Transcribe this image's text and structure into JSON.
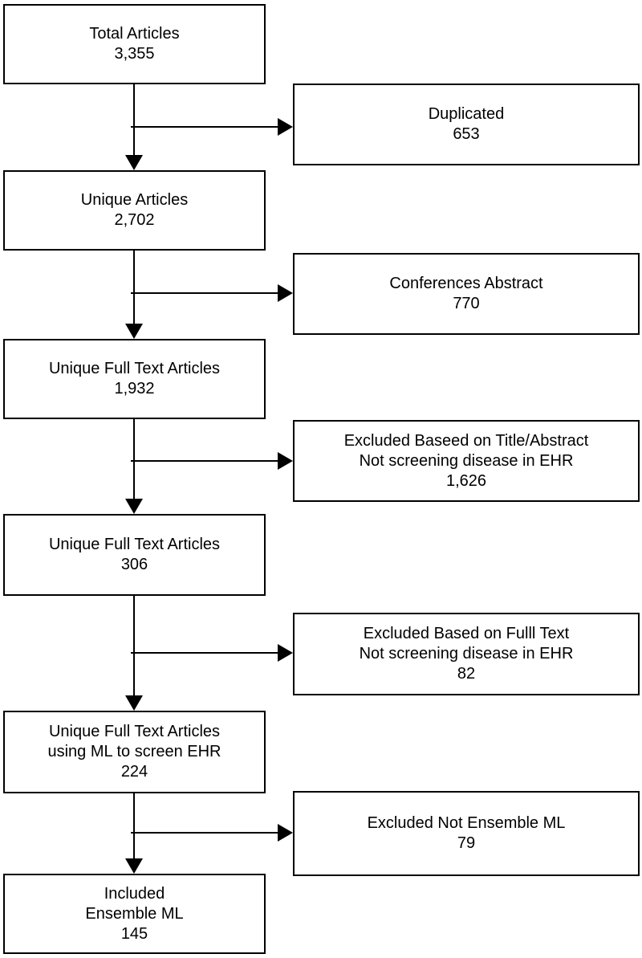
{
  "flow": {
    "main": [
      {
        "name": "total-articles",
        "lines": [
          "Total Articles",
          "3,355"
        ]
      },
      {
        "name": "unique-articles",
        "lines": [
          "Unique Articles",
          "2,702"
        ]
      },
      {
        "name": "unique-full-text-1932",
        "lines": [
          "Unique Full Text Articles",
          "1,932"
        ]
      },
      {
        "name": "unique-full-text-306",
        "lines": [
          "Unique Full Text Articles",
          "306"
        ]
      },
      {
        "name": "unique-full-text-ml",
        "lines": [
          "Unique Full Text Articles",
          "using ML to screen EHR",
          "224"
        ]
      },
      {
        "name": "included-ensemble-ml",
        "lines": [
          "Included",
          "Ensemble ML",
          "145"
        ]
      }
    ],
    "excluded": [
      {
        "name": "duplicated",
        "lines": [
          "Duplicated",
          "653"
        ]
      },
      {
        "name": "conferences-abstract",
        "lines": [
          "Conferences Abstract",
          "770"
        ]
      },
      {
        "name": "excluded-title-abstract",
        "lines": [
          "Excluded Baseed on Title/Abstract",
          "Not screening disease in EHR",
          "1,626"
        ]
      },
      {
        "name": "excluded-full-text",
        "lines": [
          "Excluded Based on Fulll Text",
          "Not screening disease in EHR",
          "82"
        ]
      },
      {
        "name": "excluded-not-ensemble-ml",
        "lines": [
          "Excluded Not Ensemble ML",
          "79"
        ]
      }
    ]
  }
}
